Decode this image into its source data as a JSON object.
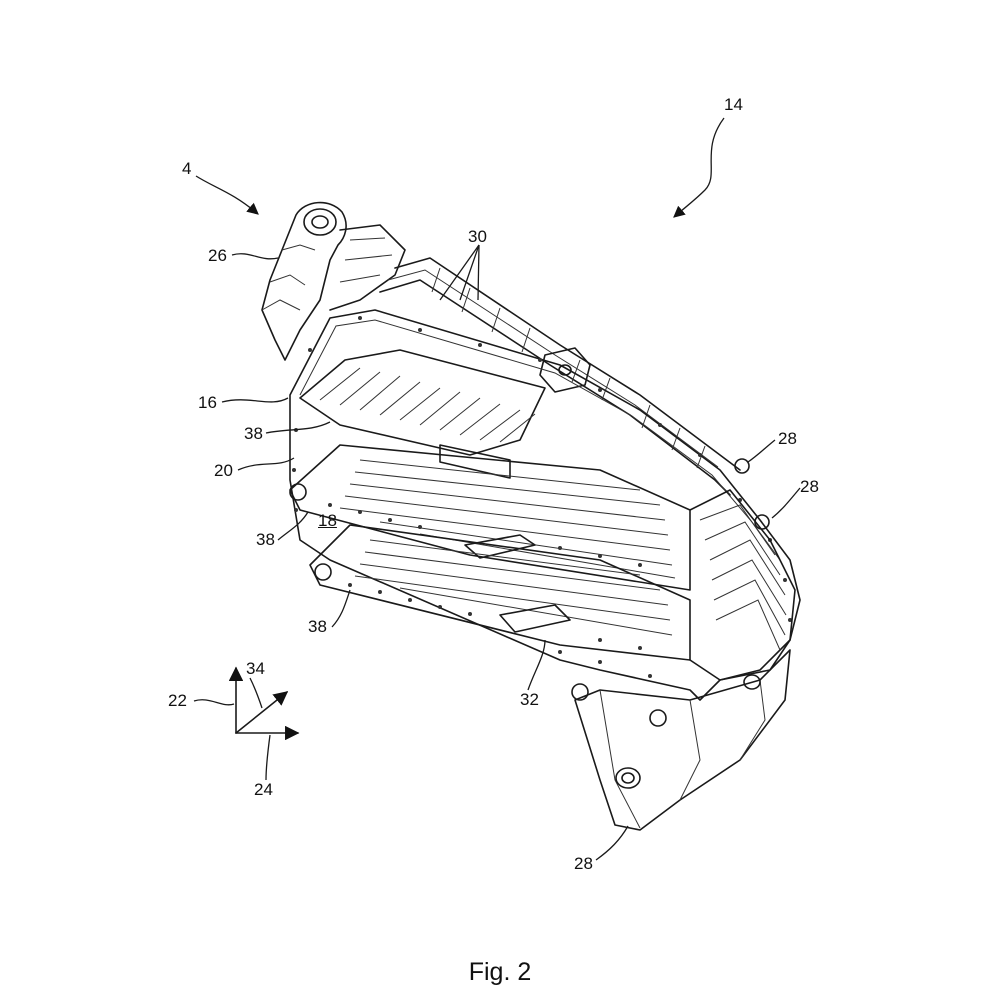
{
  "figure": {
    "caption": "Fig. 2",
    "labels": {
      "l4": "4",
      "l14": "14",
      "l30": "30",
      "l26": "26",
      "l16": "16",
      "l38a": "38",
      "l20": "20",
      "l18": "18",
      "l38b": "38",
      "l38c": "38",
      "l28a": "28",
      "l28b": "28",
      "l28c": "28",
      "l32": "32",
      "l22": "22",
      "l34": "34",
      "l24": "24"
    }
  }
}
